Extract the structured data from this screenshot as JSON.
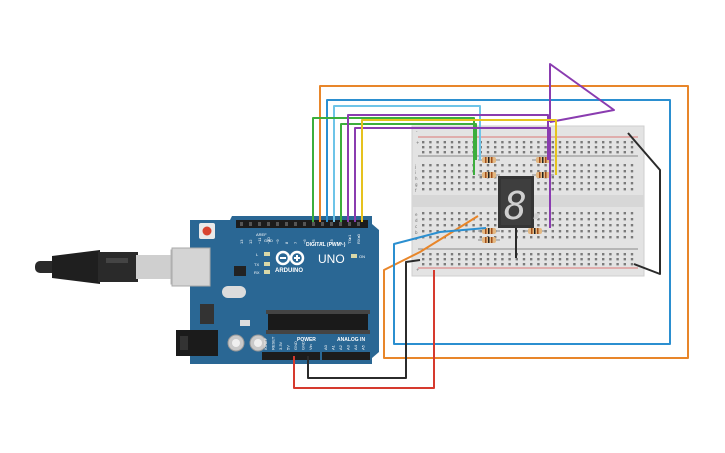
{
  "board": {
    "brand": "ARDUINO",
    "model": "UNO",
    "digital_header_label": "DIGITAL (PWM~)",
    "power_header_label": "POWER",
    "analog_header_label": "ANALOG IN",
    "led_on_label": "ON",
    "led_l_label": "L",
    "led_tx_label": "TX",
    "led_rx_label": "RX",
    "aref_label": "AREF",
    "gnd_label": "GND",
    "digital_pins": [
      "13",
      "12",
      "~11",
      "~10",
      "~9",
      "8",
      "7",
      "~6",
      "~5",
      "4",
      "~3",
      "2",
      "TX▸1",
      "RX◂0"
    ],
    "power_pins": [
      "IOREF",
      "RESET",
      "3.3V",
      "5V",
      "GND",
      "GND",
      "Vin"
    ],
    "analog_pins": [
      "A0",
      "A1",
      "A2",
      "A3",
      "A4",
      "A5"
    ]
  },
  "display": {
    "digit": "8."
  },
  "breadboard": {
    "plus_label": "+",
    "minus_label": "-",
    "row_letters_top": [
      "j",
      "i",
      "h",
      "g",
      "f"
    ],
    "row_letters_bottom": [
      "e",
      "d",
      "c",
      "b",
      "a"
    ]
  },
  "colors": {
    "board": "#2a6794",
    "breadboard": "#e3e3e3",
    "wire_orange": "#e8862a",
    "wire_blue": "#2b8fd0",
    "wire_lightblue": "#6ec4e8",
    "wire_green": "#3cae3c",
    "wire_purple": "#8a3cb0",
    "wire_yellow": "#e6c21e",
    "wire_black": "#2b2b2b",
    "wire_red": "#d63a2e"
  },
  "icons": [
    "usb-cable-icon",
    "reset-button-icon",
    "arduino-logo-icon",
    "seven-segment-display-icon",
    "resistor-icon",
    "capacitor-icon",
    "chip-icon",
    "power-jack-icon"
  ]
}
